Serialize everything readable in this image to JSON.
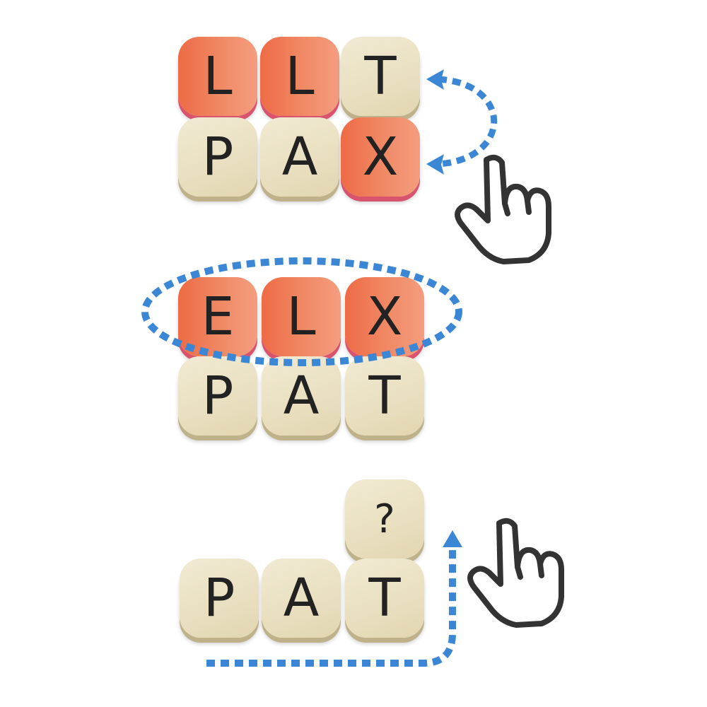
{
  "colors": {
    "tile_beige": "#ebe2c4",
    "tile_orange": "#f07a55",
    "dotted_guide": "#3b87d6",
    "hand_outline": "#333333"
  },
  "panels": [
    {
      "rows": [
        [
          {
            "letter": "L",
            "style": "orange"
          },
          {
            "letter": "L",
            "style": "orange"
          },
          {
            "letter": "T",
            "style": "beige"
          }
        ],
        [
          {
            "letter": "P",
            "style": "beige"
          },
          {
            "letter": "A",
            "style": "beige"
          },
          {
            "letter": "X",
            "style": "orange"
          }
        ]
      ]
    },
    {
      "rows": [
        [
          {
            "letter": "E",
            "style": "orange"
          },
          {
            "letter": "L",
            "style": "orange"
          },
          {
            "letter": "X",
            "style": "orange"
          }
        ],
        [
          {
            "letter": "P",
            "style": "beige"
          },
          {
            "letter": "A",
            "style": "beige"
          },
          {
            "letter": "T",
            "style": "beige"
          }
        ]
      ]
    },
    {
      "rows": [
        [
          {
            "letter": "",
            "style": "none"
          },
          {
            "letter": "",
            "style": "none"
          },
          {
            "letter": "?",
            "style": "beige"
          }
        ],
        [
          {
            "letter": "P",
            "style": "beige"
          },
          {
            "letter": "A",
            "style": "beige"
          },
          {
            "letter": "T",
            "style": "beige"
          }
        ]
      ]
    }
  ],
  "icons": {
    "swap_arrows": "dotted-curved-arrow-icon",
    "pointer": "pointing-hand-icon",
    "selection": "dotted-oval-selection-icon",
    "move_arrow": "dotted-up-arrow-icon"
  }
}
